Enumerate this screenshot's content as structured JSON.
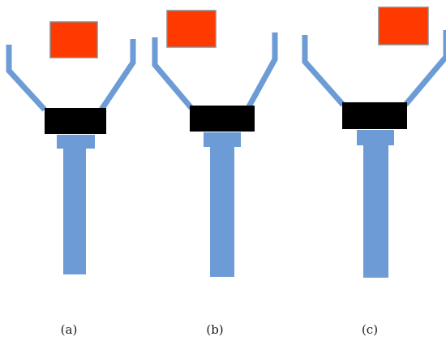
{
  "panels": [
    {
      "label": "(a)",
      "gripper_state": "open",
      "object": "red-block"
    },
    {
      "label": "(b)",
      "gripper_state": "open",
      "object": "red-block"
    },
    {
      "label": "(c)",
      "gripper_state": "open",
      "object": "red-block"
    }
  ],
  "colors": {
    "object": "#ff3a00",
    "object_border": "#8a8a8a",
    "gripper_arm": "#6c9bd6",
    "gripper_palm": "#000000",
    "mount": "#6c9bd6",
    "background": "#ffffff"
  }
}
